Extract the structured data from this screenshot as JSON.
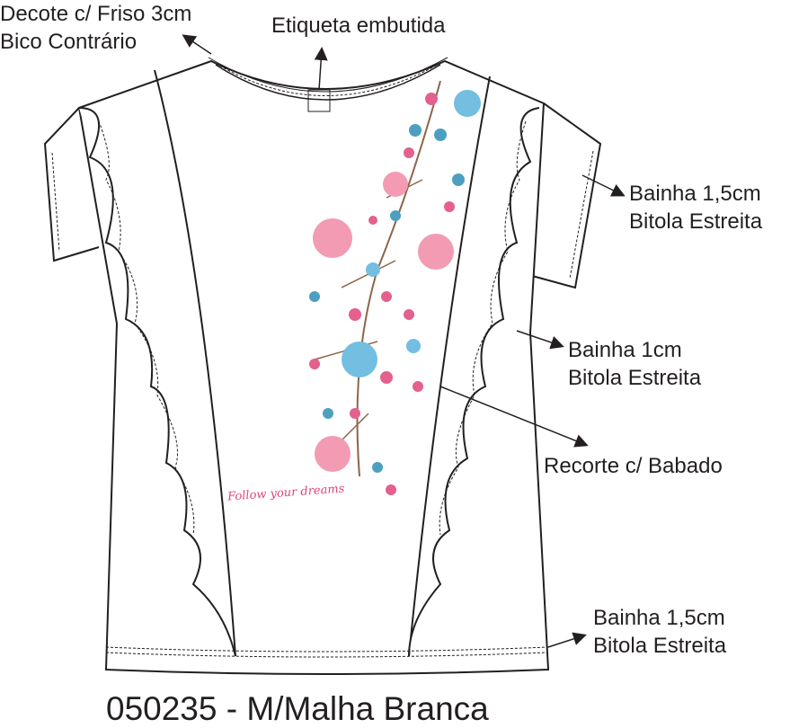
{
  "callouts": {
    "neckline": [
      "Decote c/ Friso 3cm",
      "Bico Contrário"
    ],
    "label": [
      "Etiqueta embutida"
    ],
    "sleeve_hem": [
      "Bainha 1,5cm",
      "Bitola Estreita"
    ],
    "ruffle_hem": [
      "Bainha 1cm",
      "Bitola Estreita"
    ],
    "panel": [
      "Recorte c/ Babado"
    ],
    "body_hem": [
      "Bainha 1,5cm",
      "Bitola Estreita"
    ]
  },
  "print_text": "Follow your dreams",
  "title": "050235 - M/Malha Branca",
  "colors": {
    "line": "#231f20",
    "pink": "#e0457b",
    "blue": "#2f8fb5",
    "branch": "#7a4a2a"
  }
}
